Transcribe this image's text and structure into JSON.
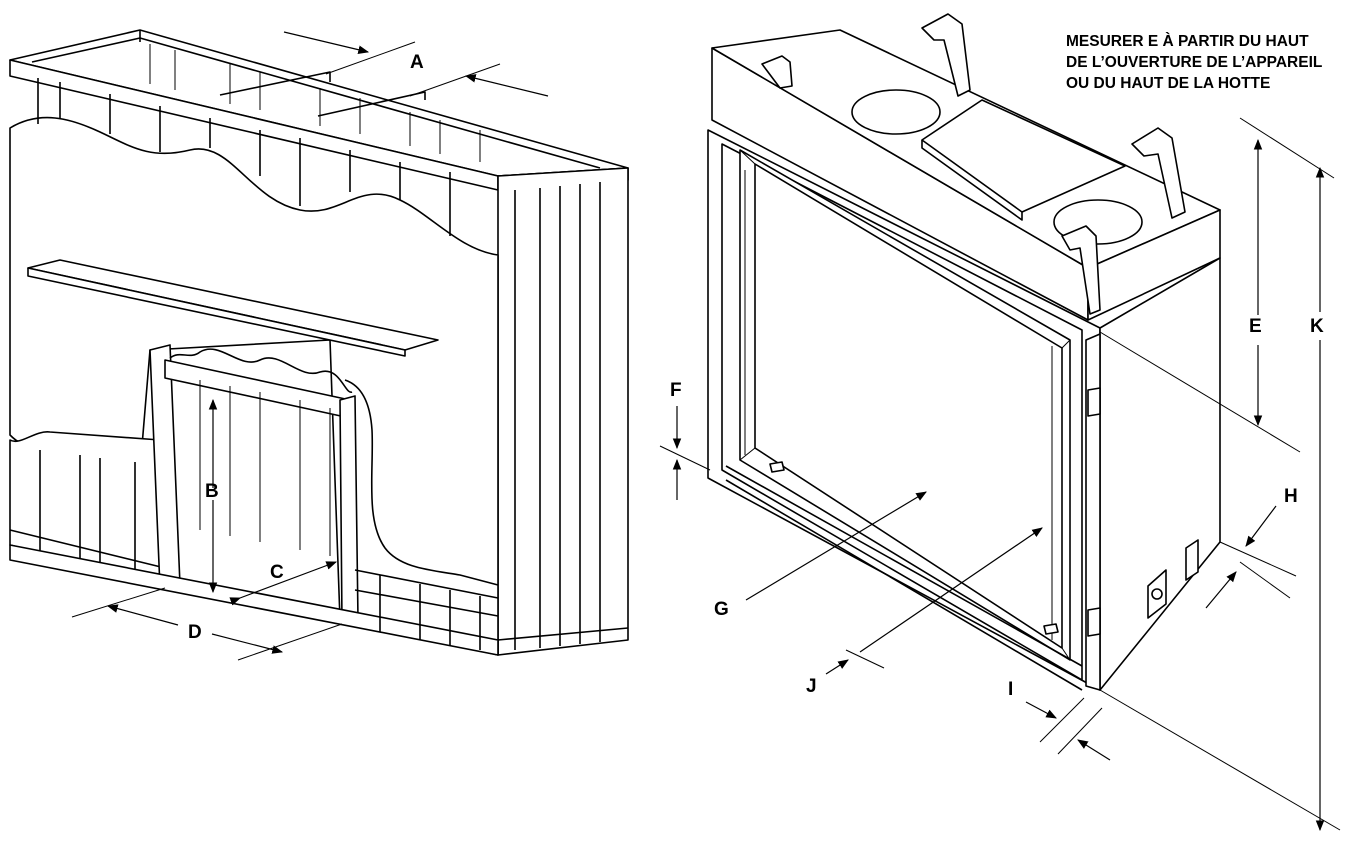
{
  "labels": {
    "A": "A",
    "B": "B",
    "C": "C",
    "D": "D",
    "E": "E",
    "F": "F",
    "G": "G",
    "H": "H",
    "I": "I",
    "J": "J",
    "K": "K"
  },
  "note": {
    "line1": "MESURER E À PARTIR DU HAUT",
    "line2": "DE L’OUVERTURE DE L’APPAREIL",
    "line3": "OU DU HAUT DE LA HOTTE"
  }
}
